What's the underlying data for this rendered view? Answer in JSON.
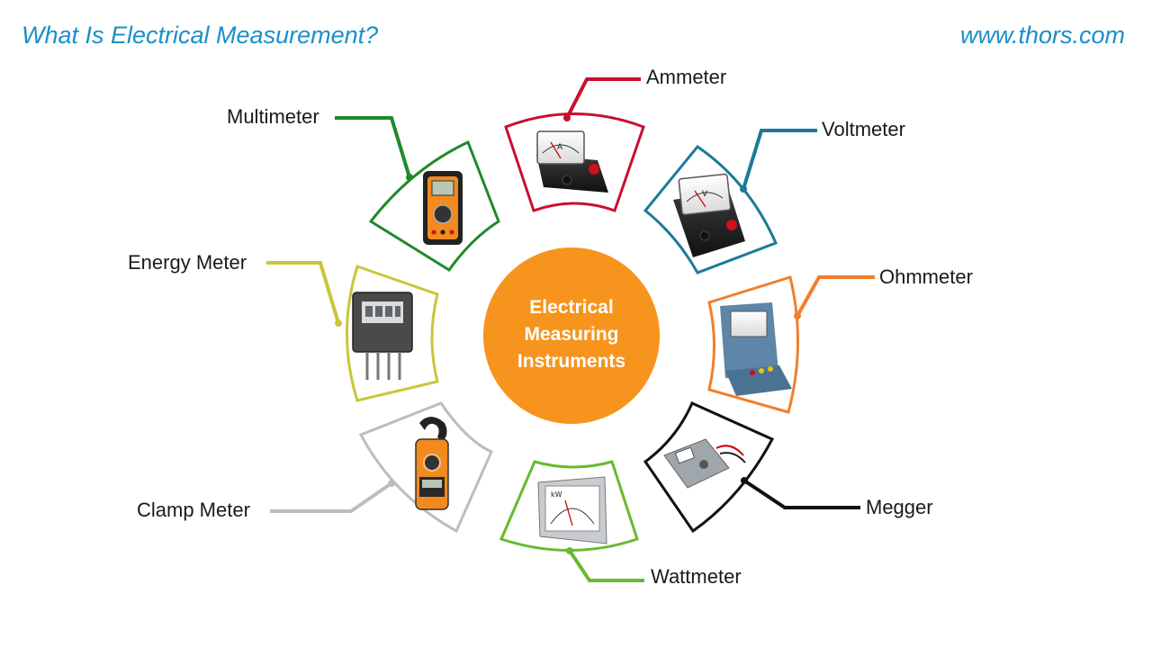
{
  "header": {
    "title": "What Is Electrical Measurement?",
    "site": "www.thors.com"
  },
  "hub": {
    "lines": [
      "Electrical",
      "Measuring",
      "Instruments"
    ],
    "color": "#f7941d"
  },
  "instruments": [
    {
      "id": "ammeter",
      "label": "Ammeter",
      "color": "#c8102e",
      "icon": "ammeter-icon"
    },
    {
      "id": "voltmeter",
      "label": "Voltmeter",
      "color": "#1b7a99",
      "icon": "voltmeter-icon"
    },
    {
      "id": "ohmmeter",
      "label": "Ohmmeter",
      "color": "#f07f2b",
      "icon": "ohmmeter-icon"
    },
    {
      "id": "megger",
      "label": "Megger",
      "color": "#111111",
      "icon": "megger-icon"
    },
    {
      "id": "wattmeter",
      "label": "Wattmeter",
      "color": "#66bb2e",
      "icon": "wattmeter-icon"
    },
    {
      "id": "clamp-meter",
      "label": "Clamp Meter",
      "color": "#bdbdbd",
      "icon": "clamp-meter-icon"
    },
    {
      "id": "energy-meter",
      "label": "Energy Meter",
      "color": "#c9c63a",
      "icon": "energy-meter-icon"
    },
    {
      "id": "multimeter",
      "label": "Multimeter",
      "color": "#1f8a2a",
      "icon": "multimeter-icon"
    }
  ]
}
